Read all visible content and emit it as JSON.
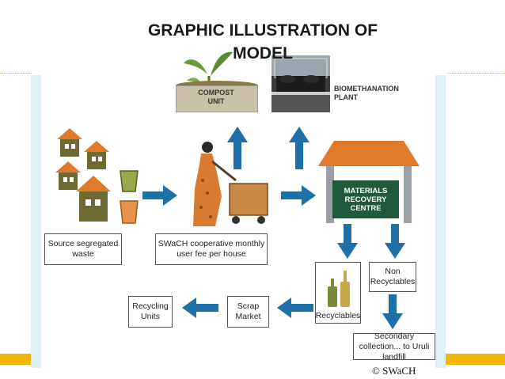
{
  "title": "GRAPHIC ILLUSTRATION OF MODEL",
  "colors": {
    "arrow": "#1f6fa8",
    "accent_yellow": "#f2b705",
    "panel_blue": "#dff0f6",
    "mrc_green": "#1f5a3a",
    "house_orange": "#e07a2a"
  },
  "nodes": {
    "compost": "COMPOST UNIT",
    "biomethanation": "BIOMETHANATION PLANT",
    "mrc": "MATERIALS RECOVERY CENTRE",
    "source": "Source segregated waste",
    "swach_fee": "SWaCH cooperative monthly user fee per house",
    "recyclables": "Recyclables",
    "non_recyclables": "Non Recyclables",
    "secondary": "Secondary collection... to Uruli landfill",
    "scrap": "Scrap Market",
    "recycling_units": "Recycling Units"
  },
  "copyright": "© SWaCH"
}
